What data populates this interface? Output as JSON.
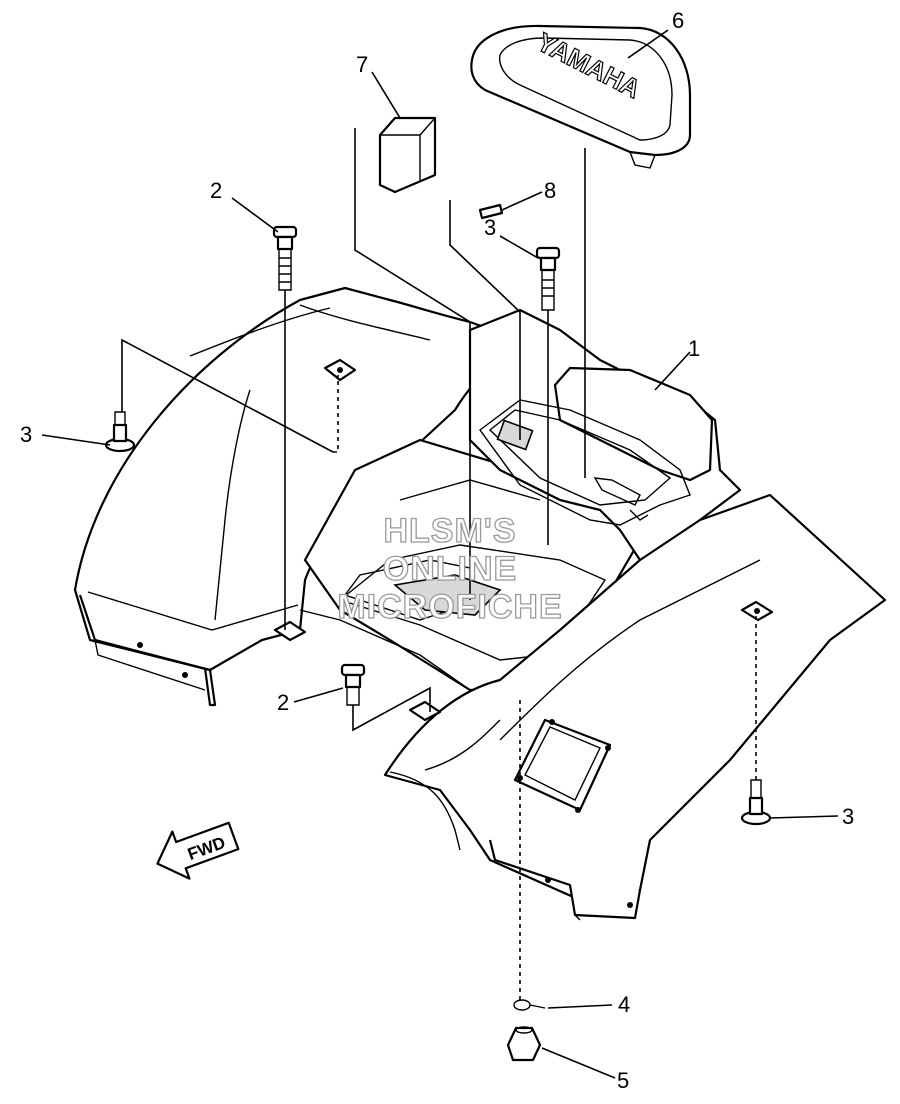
{
  "callouts": {
    "c1": "1",
    "c2a": "2",
    "c2b": "2",
    "c3a": "3",
    "c3b": "3",
    "c3c": "3",
    "c4": "4",
    "c5": "5",
    "c6": "6",
    "c7": "7",
    "c8": "8"
  },
  "badge_text": "YAMAHA",
  "fwd_label": "FWD",
  "watermark": {
    "line1": "HLSM'S",
    "line2": "ONLINE",
    "line3": "MICROFICHE"
  }
}
